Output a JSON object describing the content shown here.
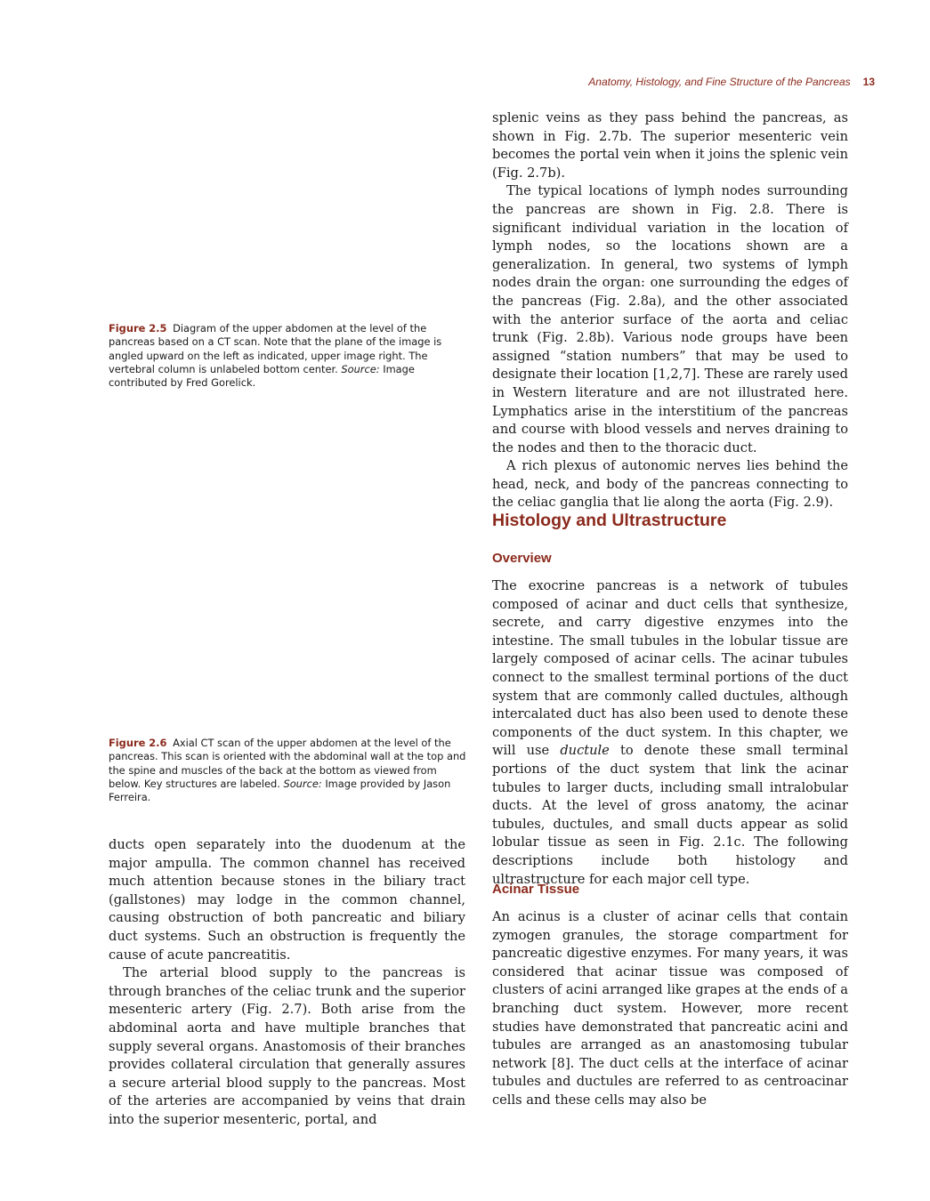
{
  "header": {
    "running_title": "Anatomy, Histology, and Fine Structure of the Pancreas",
    "page_number": "13"
  },
  "figure_2_5": {
    "label": "Figure 2.5",
    "text": "Diagram of the upper abdomen at the level of the pancreas based on a CT scan. Note that the plane of the image is angled upward on the left as indicated, upper image right. The vertebral column is unlabeled bottom center.",
    "source_label": "Source:",
    "source_text": "Image contributed by Fred Gorelick."
  },
  "figure_2_6": {
    "label": "Figure 2.6",
    "text": "Axial CT scan of the upper abdomen at the level of the pancreas. This scan is oriented with the abdominal wall at the top and the spine and muscles of the back at the bottom as viewed from below. Key structures are labeled.",
    "source_label": "Source:",
    "source_text": "Image provided by Jason Ferreira."
  },
  "left_column": {
    "p1": "ducts open separately into the duodenum at the major ampulla. The common channel has received much attention because stones in the biliary tract (gallstones) may lodge in the common channel, causing obstruction of both pancreatic and biliary duct systems. Such an obstruction is frequently the cause of acute pancreatitis.",
    "p2": "The arterial blood supply to the pancreas is through branches of the celiac trunk and the superior mesenteric artery (Fig. 2.7). Both arise from the abdominal aorta and have multiple branches that supply several organs. Anastomosis of their branches provides collateral circulation that generally assures a secure arterial blood supply to the pancreas. Most of the arteries are accompanied by veins that drain into the superior mesenteric, portal, and"
  },
  "right_column": {
    "p1": "splenic veins as they pass behind the pancreas, as shown in Fig. 2.7b. The superior mesenteric vein becomes the portal vein when it joins the splenic vein (Fig. 2.7b).",
    "p2": "The typical locations of lymph nodes surrounding the pancreas are shown in Fig. 2.8. There is significant individual variation in the location of lymph nodes, so the locations shown are a generalization. In general, two systems of lymph nodes drain the organ: one surrounding the edges of the pancreas (Fig. 2.8a), and the other associated with the anterior surface of the aorta and celiac trunk (Fig. 2.8b). Various node groups have been assigned “station numbers” that may be used to designate their location [1,2,7]. These are rarely used in Western literature and are not illustrated here. Lymphatics arise in the interstitium of the pancreas and course with blood vessels and nerves draining to the nodes and then to the thoracic duct.",
    "p3": "A rich plexus of autonomic nerves lies behind the head, neck, and body of the pancreas connecting to the celiac ganglia that lie along the aorta (Fig. 2.9).",
    "section_title": "Histology and Ultrastructure",
    "overview_title": "Overview",
    "overview_a": "The exocrine pancreas is a network of tubules composed of acinar and duct cells that synthesize, secrete, and carry digestive enzymes into the intestine. The small tubules in the lobular tissue are largely composed of acinar cells. The acinar tubules connect to the smallest terminal portions of the duct system that are commonly called ductules, although intercalated duct has also been used to denote these components of the duct system. In this chapter, we will use",
    "overview_em": "ductule",
    "overview_b": "to denote these small terminal portions of the duct system that link the acinar tubules to larger ducts, including small intralobular ducts. At the level of gross anatomy, the acinar tubules, ductules, and small ducts appear as solid lobular tissue as seen in Fig. 2.1c. The following descriptions include both histology and ultrastructure for each major cell type.",
    "acinar_title": "Acinar Tissue",
    "acinar_text": "An acinus is a cluster of acinar cells that contain zymogen granules, the storage compartment for pancreatic digestive enzymes. For many years, it was considered that acinar tissue was composed of clusters of acini arranged like grapes at the ends of a branching duct system. However, more recent studies have demonstrated that pancreatic acini and tubules are arranged as an anastomosing tubular network [8]. The duct cells at the interface of acinar tubules and ductules are referred to as centroacinar cells and these cells may also be"
  }
}
